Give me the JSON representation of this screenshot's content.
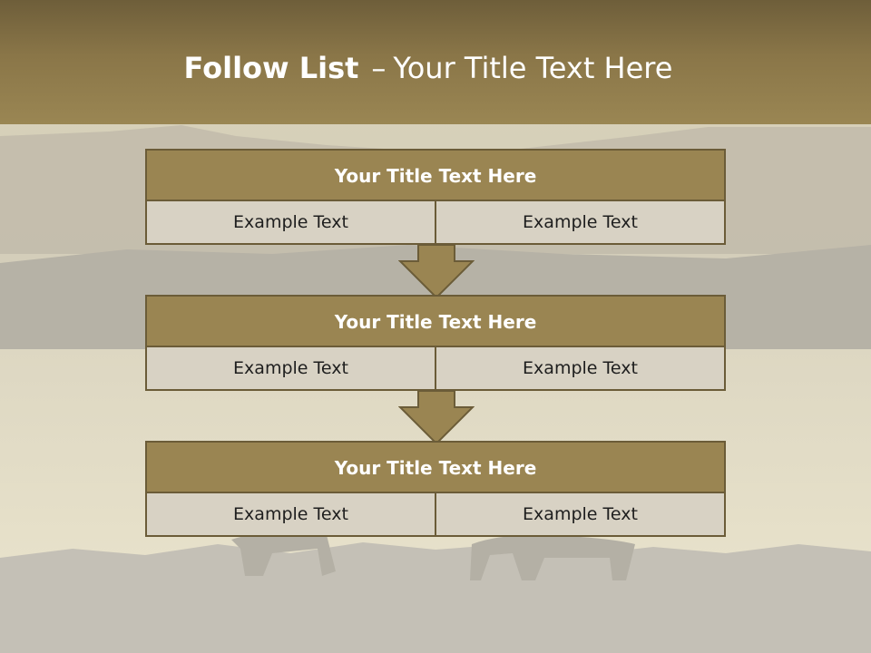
{
  "slide": {
    "title_bold": "Follow List",
    "title_dash": "–",
    "title_rest": "Your Title Text Here"
  },
  "blocks": [
    {
      "title": "Your Title Text Here",
      "left": "Example Text",
      "right": "Example Text"
    },
    {
      "title": "Your Title Text Here",
      "left": "Example Text",
      "right": "Example Text"
    },
    {
      "title": "Your Title Text Here",
      "left": "Example Text",
      "right": "Example Text"
    }
  ],
  "colors": {
    "header": "#8a7648",
    "block_title": "#9a8552",
    "block_body": "#d8d2c4",
    "border": "#6b5c38",
    "arrow": "#9a8552"
  }
}
